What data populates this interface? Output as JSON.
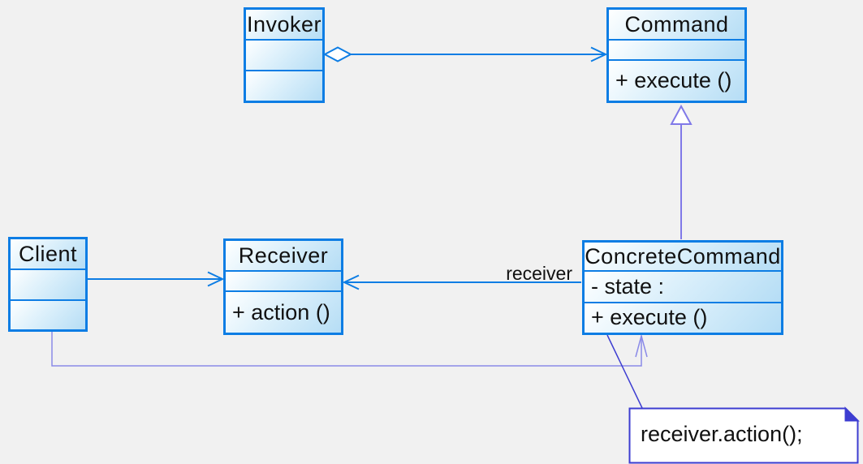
{
  "diagram": {
    "type": "uml-class-diagram",
    "pattern_name": "Command",
    "classes": [
      {
        "id": "invoker",
        "name": "Invoker",
        "attributes": "",
        "operations": ""
      },
      {
        "id": "command",
        "name": "Command",
        "attributes": "",
        "operations": "+ execute ()"
      },
      {
        "id": "client",
        "name": "Client",
        "attributes": "",
        "operations": ""
      },
      {
        "id": "receiver",
        "name": "Receiver",
        "attributes": "",
        "operations": "+ action ()"
      },
      {
        "id": "concrete_command",
        "name": "ConcreteCommand",
        "attributes": "- state :",
        "operations": "+ execute ()"
      }
    ],
    "relationships": [
      {
        "from": "Invoker",
        "to": "Command",
        "type": "aggregation",
        "label": ""
      },
      {
        "from": "ConcreteCommand",
        "to": "Command",
        "type": "generalization",
        "label": ""
      },
      {
        "from": "Client",
        "to": "Receiver",
        "type": "association",
        "label": ""
      },
      {
        "from": "ConcreteCommand",
        "to": "Receiver",
        "type": "association",
        "label": "receiver"
      },
      {
        "from": "Client",
        "to": "ConcreteCommand",
        "type": "association",
        "label": ""
      },
      {
        "from": "ConcreteCommand",
        "to": "note",
        "type": "note-anchor",
        "label": ""
      }
    ],
    "labels": {
      "receiver_role": "receiver"
    },
    "note": {
      "text": "receiver.action();"
    }
  },
  "colors": {
    "canvas-bg": "#f1f1f1",
    "class-border": "#0d7de4",
    "association-line": "#0d7de4",
    "generalization-line": "#8079e8",
    "dependency-line": "#8a8ae8",
    "note-border": "#3d3dd1",
    "text-color": "#111111"
  }
}
